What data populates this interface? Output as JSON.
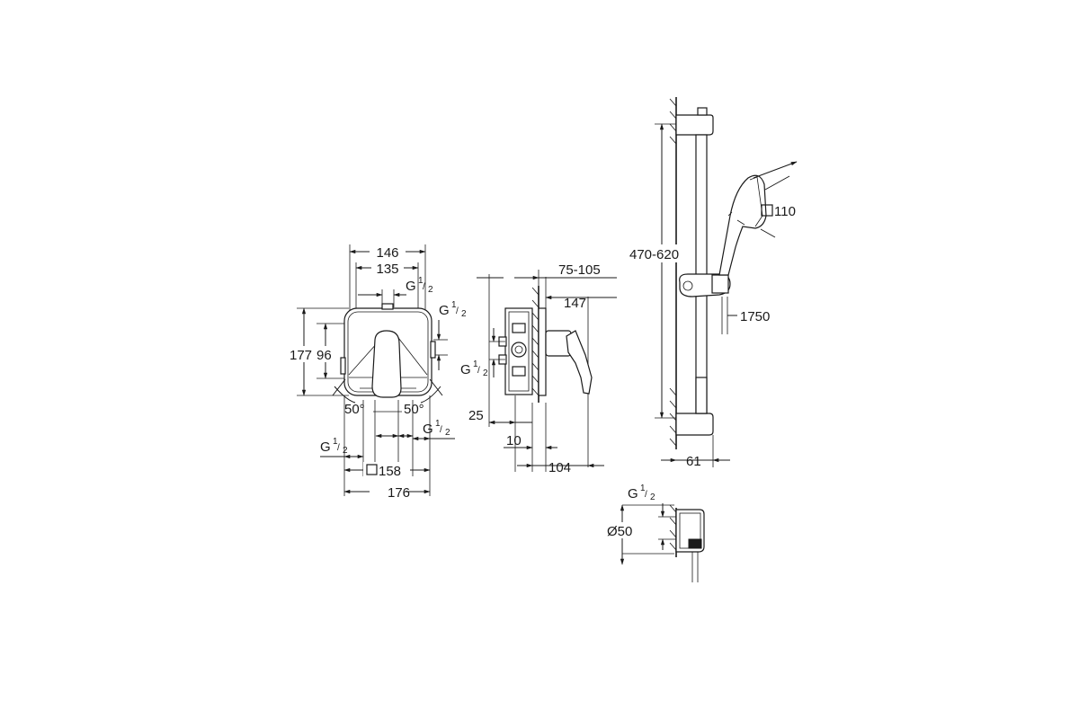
{
  "dimensions": {
    "d146": "146",
    "d135": "135",
    "d177": "177",
    "d96": "96",
    "ang_left": "50°",
    "ang_right": "50°",
    "d158": "158",
    "d176": "176",
    "g_top": "G",
    "g_right": "G",
    "g_bottom_left": "G",
    "g_bottom_right": "G",
    "g_side": "G",
    "g_elbow": "G",
    "g_fraction_num": "1",
    "g_fraction_den": "2",
    "d75_105": "75-105",
    "d147": "147",
    "d25": "25",
    "d10": "10",
    "d104": "104",
    "d470_620": "470-620",
    "d110": "110",
    "d1750": "1750",
    "d61": "61",
    "d50": "Ø50"
  }
}
